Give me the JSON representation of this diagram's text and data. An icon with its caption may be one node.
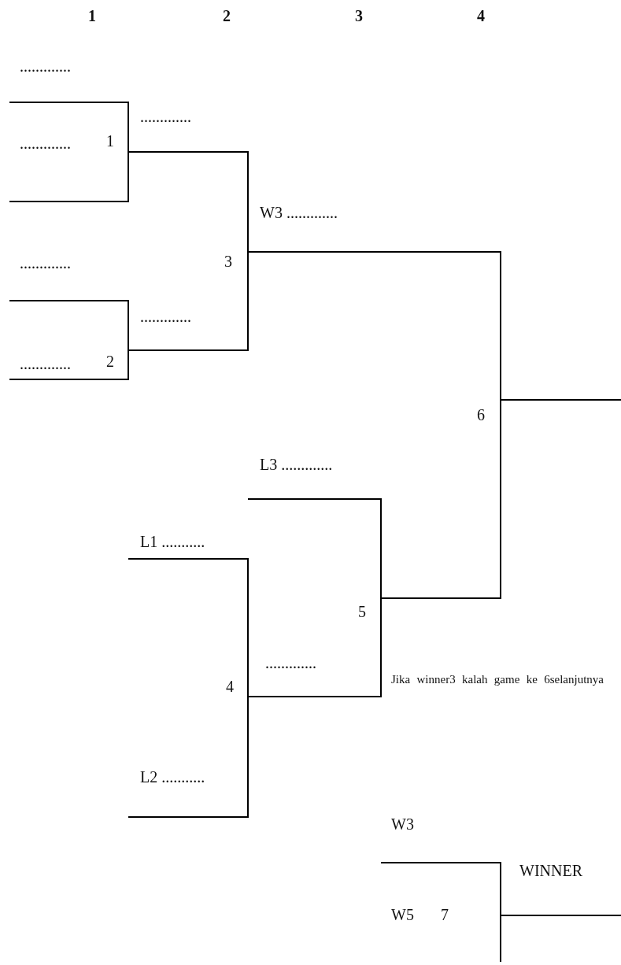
{
  "diagram": {
    "labels": [
      "1",
      "2",
      "3",
      "4",
      ".............",
      ".............",
      ".............",
      "1",
      "W3 .............",
      ".............",
      "3",
      ".............",
      ".............",
      "2",
      "6",
      "L3 .............",
      "L1 ...........",
      "5",
      ".............",
      "4",
      "Jika winner3 kalah game ke 6selanjutnya",
      "L2 ...........",
      "W3",
      "WINNER",
      "W5",
      "7"
    ]
  }
}
